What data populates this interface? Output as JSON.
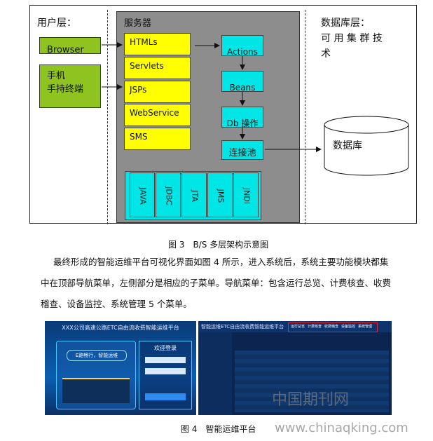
{
  "diagram": {
    "user_layer": "用户层：",
    "server_title": "服务器",
    "db_layer_line1": "数据库层：",
    "db_layer_line2": "可 用 集 群 技",
    "db_layer_line3": "术",
    "browser": "Browser",
    "mobile_line1": "手机",
    "mobile_line2": "手持终端",
    "server_items": [
      "HTMLs",
      "Servlets",
      "JSPs",
      "WebService",
      "SMS"
    ],
    "flow_items": [
      "Actions",
      "Beans",
      "Db 操作",
      "连接池"
    ],
    "tech_items": [
      "JAVA",
      "JDBC",
      "JTA",
      "JMS",
      "JNDI"
    ],
    "database": "数据库"
  },
  "figure3_caption": "图 3　B/S 多层架构示意图",
  "paragraph": [
    "最终形成的智能运维平台可视化界面如图 4 所示，进入系统后，系统主要功能模块都集",
    "中在顶部导航菜单，左侧部分是相应的子菜单。导航菜单：包含运行总览、计费核查、收费",
    "稽查、设备监控、系统管理 5 个菜单。"
  ],
  "login_screen": {
    "title": "XXX公司高速公路ETC自由流收费智能运维平台",
    "welcome": "欢迎登录",
    "slogan": "E路畅行，智能运维"
  },
  "dashboard_screen": {
    "title": "智能运维ETC自由流收费智能运维平台",
    "tabs": [
      "运行总览",
      "计费核查",
      "收费稽查",
      "设备监控",
      "系统管理"
    ]
  },
  "figure4_caption": "图 4　智能运维平台",
  "watermark_cn": "中国期刊网",
  "watermark_url": "www.chinaqking.com"
}
